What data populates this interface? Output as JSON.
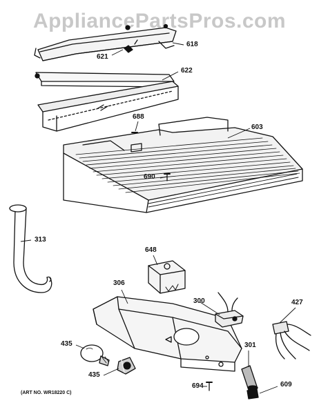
{
  "watermark": "AppliancePartsPros.com",
  "art_number": "(ART NO. WR18220 C)",
  "callouts": {
    "c618": "618",
    "c621": "621",
    "c622": "622",
    "c688": "688",
    "c603": "603",
    "c690": "690",
    "c313": "313",
    "c648": "648",
    "c306": "306",
    "c300": "300",
    "c427": "427",
    "c435a": "435",
    "c435b": "435",
    "c301": "301",
    "c694": "694",
    "c609": "609"
  }
}
